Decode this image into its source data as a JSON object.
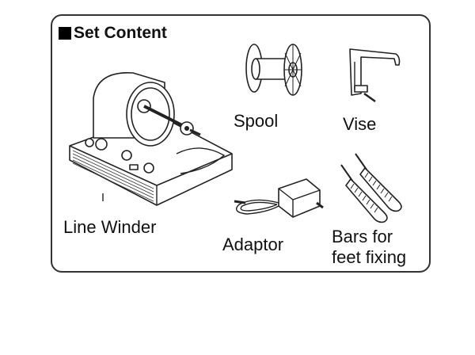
{
  "section": {
    "title": "Set Content",
    "title_marker_icon": "black-square-icon"
  },
  "items": [
    {
      "id": "line-winder",
      "label": "Line Winder",
      "icon": "line-winder-illustration"
    },
    {
      "id": "spool",
      "label": "Spool",
      "icon": "spool-illustration"
    },
    {
      "id": "vise",
      "label": "Vise",
      "icon": "vise-illustration"
    },
    {
      "id": "adaptor",
      "label": "Adaptor",
      "icon": "adaptor-illustration"
    },
    {
      "id": "bars",
      "label_line1": "Bars for",
      "label_line2": "feet fixing",
      "icon": "feet-fixing-bars-illustration"
    }
  ]
}
